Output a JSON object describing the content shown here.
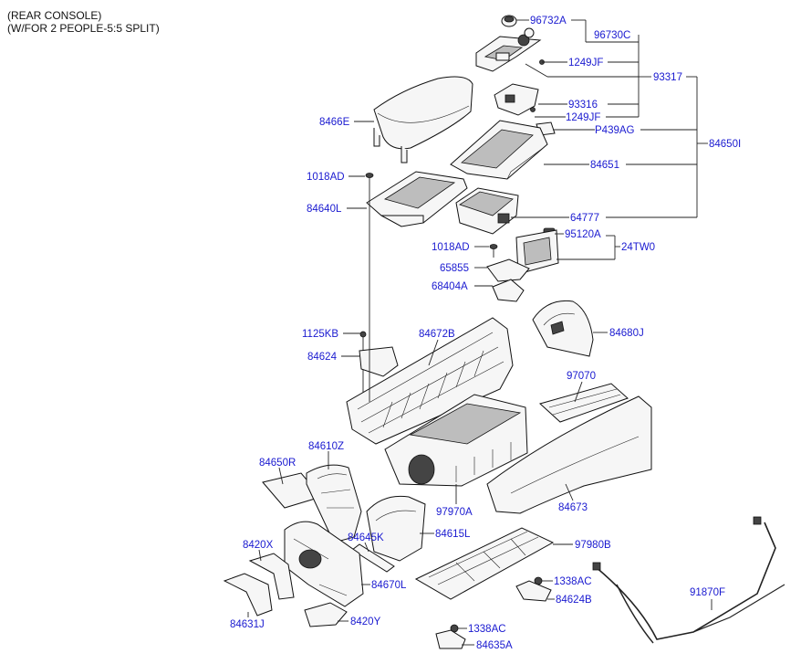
{
  "header": {
    "line1": "(REAR CONSOLE)",
    "line2": "(W/FOR 2 PEOPLE-5:5 SPLIT)"
  },
  "parts": {
    "p96732A": "96732A",
    "p96730C": "96730C",
    "p1249JF_a": "1249JF",
    "p93317": "93317",
    "p93316": "93316",
    "p1249JF_b": "1249JF",
    "p8466E": "8466E",
    "pP439AG": "P439AG",
    "p84650I": "84650I",
    "p84651": "84651",
    "p1018AD_a": "1018AD",
    "p84640L": "84640L",
    "p64777": "64777",
    "p95120A": "95120A",
    "p1018AD_b": "1018AD",
    "p24TW0": "24TW0",
    "p65855": "65855",
    "p68404A": "68404A",
    "p84680J": "84680J",
    "p1125KB": "1125KB",
    "p84672B": "84672B",
    "p84624": "84624",
    "p97070": "97070",
    "p84650R": "84650R",
    "p84610Z": "84610Z",
    "p97970A": "97970A",
    "p84673": "84673",
    "p84645K": "84645K",
    "p84615L": "84615L",
    "p8420X": "8420X",
    "p97980B": "97980B",
    "p84670L": "84670L",
    "p1338AC_a": "1338AC",
    "p84624B": "84624B",
    "p91870F": "91870F",
    "p84631J": "84631J",
    "p8420Y": "8420Y",
    "p1338AC_b": "1338AC",
    "p84635A": "84635A"
  }
}
